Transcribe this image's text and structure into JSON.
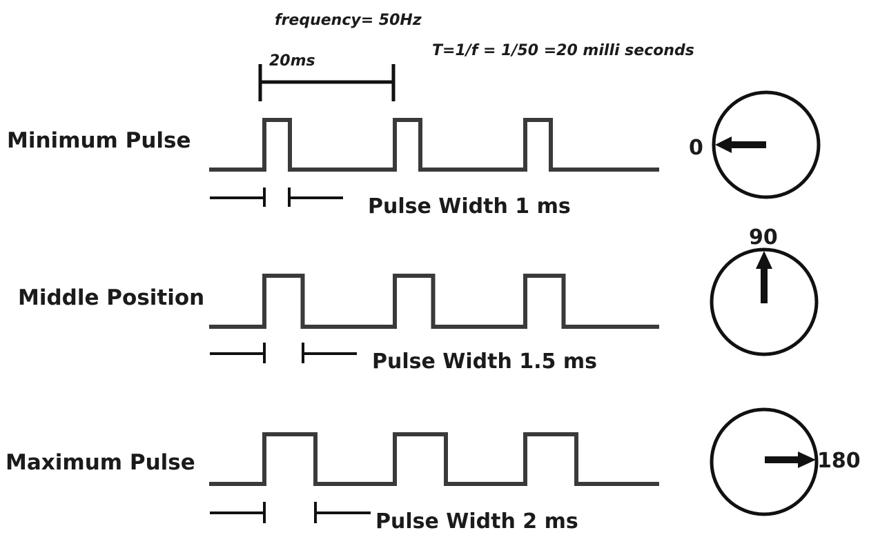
{
  "header": {
    "frequency": "frequency= 50Hz",
    "period_formula": "T=1/f = 1/50 =20 milli seconds",
    "period_label": "20ms"
  },
  "rows": [
    {
      "id": "min",
      "title": "Minimum Pulse",
      "pulse_width_label": "Pulse Width 1 ms",
      "pulse_width_ms": 1,
      "angle_label": "0",
      "angle_deg": 0
    },
    {
      "id": "mid",
      "title": "Middle Position",
      "pulse_width_label": "Pulse Width 1.5 ms",
      "pulse_width_ms": 1.5,
      "angle_label": "90",
      "angle_deg": 90
    },
    {
      "id": "max",
      "title": "Maximum Pulse",
      "pulse_width_label": "Pulse Width 2 ms",
      "pulse_width_ms": 2,
      "angle_label": "180",
      "angle_deg": 180
    }
  ],
  "period_ms": 20,
  "pulses_per_row": 3
}
